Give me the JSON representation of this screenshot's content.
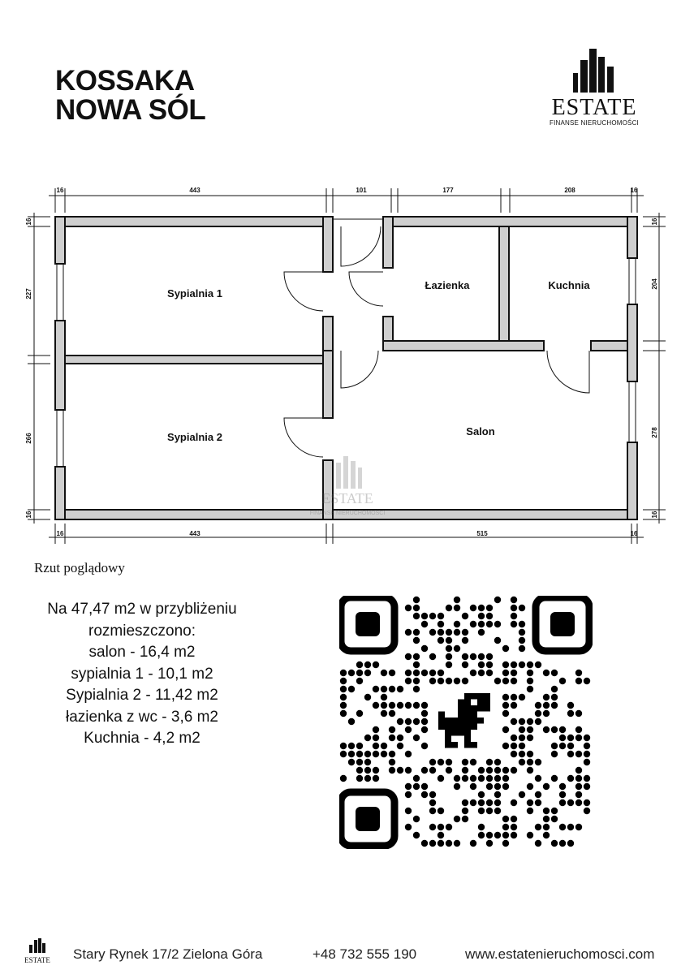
{
  "header": {
    "title_line1": "KOSSAKA",
    "title_line2": "NOWA SÓL"
  },
  "logo": {
    "name": "ESTATE",
    "tagline": "FINANSE NIERUCHOMOŚCI"
  },
  "plan": {
    "rooms": {
      "sypialnia1": "Sypialnia 1",
      "sypialnia2": "Sypialnia 2",
      "lazienka": "Łazienka",
      "kuchnia": "Kuchnia",
      "salon": "Salon"
    },
    "dims_top": [
      "16",
      "443",
      "101",
      "177",
      "208",
      "16"
    ],
    "dims_bottom": [
      "16",
      "443",
      "515",
      "16"
    ],
    "dims_left": [
      "16",
      "227",
      "266",
      "16"
    ],
    "dims_right": [
      "16",
      "204",
      "278",
      "16"
    ],
    "watermark": "ESTATE",
    "watermark_sub": "FINANSE NIERUCHOMOŚCI"
  },
  "caption": "Rzut poglądowy",
  "description": [
    "Na 47,47 m2 w przybliżeniu",
    "rozmieszczono:",
    "salon - 16,4 m2",
    "sypialnia 1 - 10,1 m2",
    "Sypialnia 2 - 11,42 m2",
    "łazienka z wc - 3,6 m2",
    "Kuchnia - 4,2 m2"
  ],
  "footer": {
    "address": "Stary Rynek 17/2 Zielona Góra",
    "phone": "+48 732 555 190",
    "website": "www.estatenieruchomosci.com"
  }
}
